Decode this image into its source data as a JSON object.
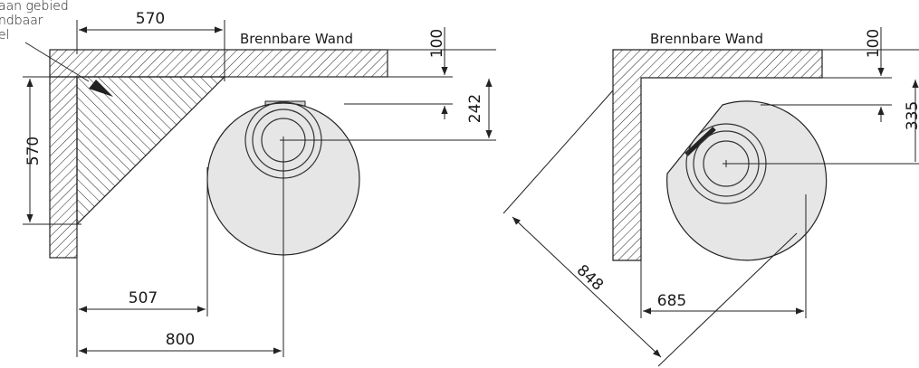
{
  "left": {
    "note_lines": [
      "aan gebied",
      "ndbaar",
      "el"
    ],
    "wall_label": "Brennbare Wand",
    "dims": {
      "top_width": "570",
      "left_height": "570",
      "wall_gap": "100",
      "center_offset": "242",
      "depth_507": "507",
      "depth_800": "800"
    }
  },
  "right": {
    "wall_label": "Brennbare Wand",
    "dims": {
      "wall_gap": "100",
      "center_offset": "335",
      "diagonal": "848",
      "depth_685": "685"
    }
  },
  "colors": {
    "stove_fill": "#e6e6e6",
    "line": "#222222"
  }
}
